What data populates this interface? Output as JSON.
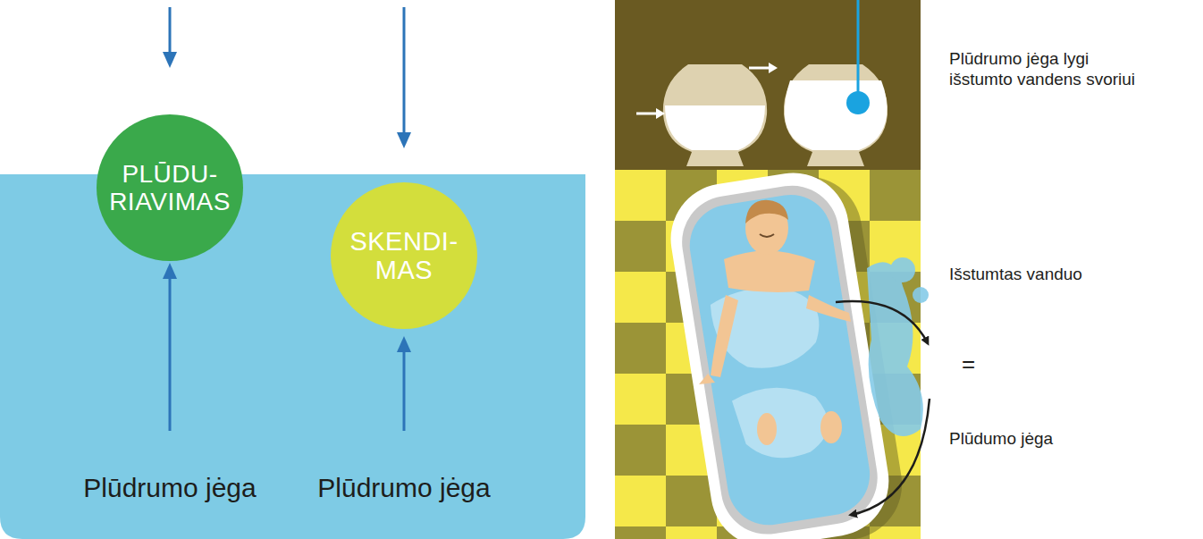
{
  "diagram": {
    "nodes": [
      {
        "text": [
          "PLŪDU- RIAVIMAS"
        ]
      },
      {
        "text": [
          "SKENDI- MAS"
        ]
      }
    ],
    "labels": [
      "Plūdrumo jėga",
      "Plūdrumo jėga",
      "Plūdrumo jėga lygi išstumto vandens svoriui",
      "Išstumtas vanduo",
      "=",
      "Plūdumo jėga"
    ]
  }
}
